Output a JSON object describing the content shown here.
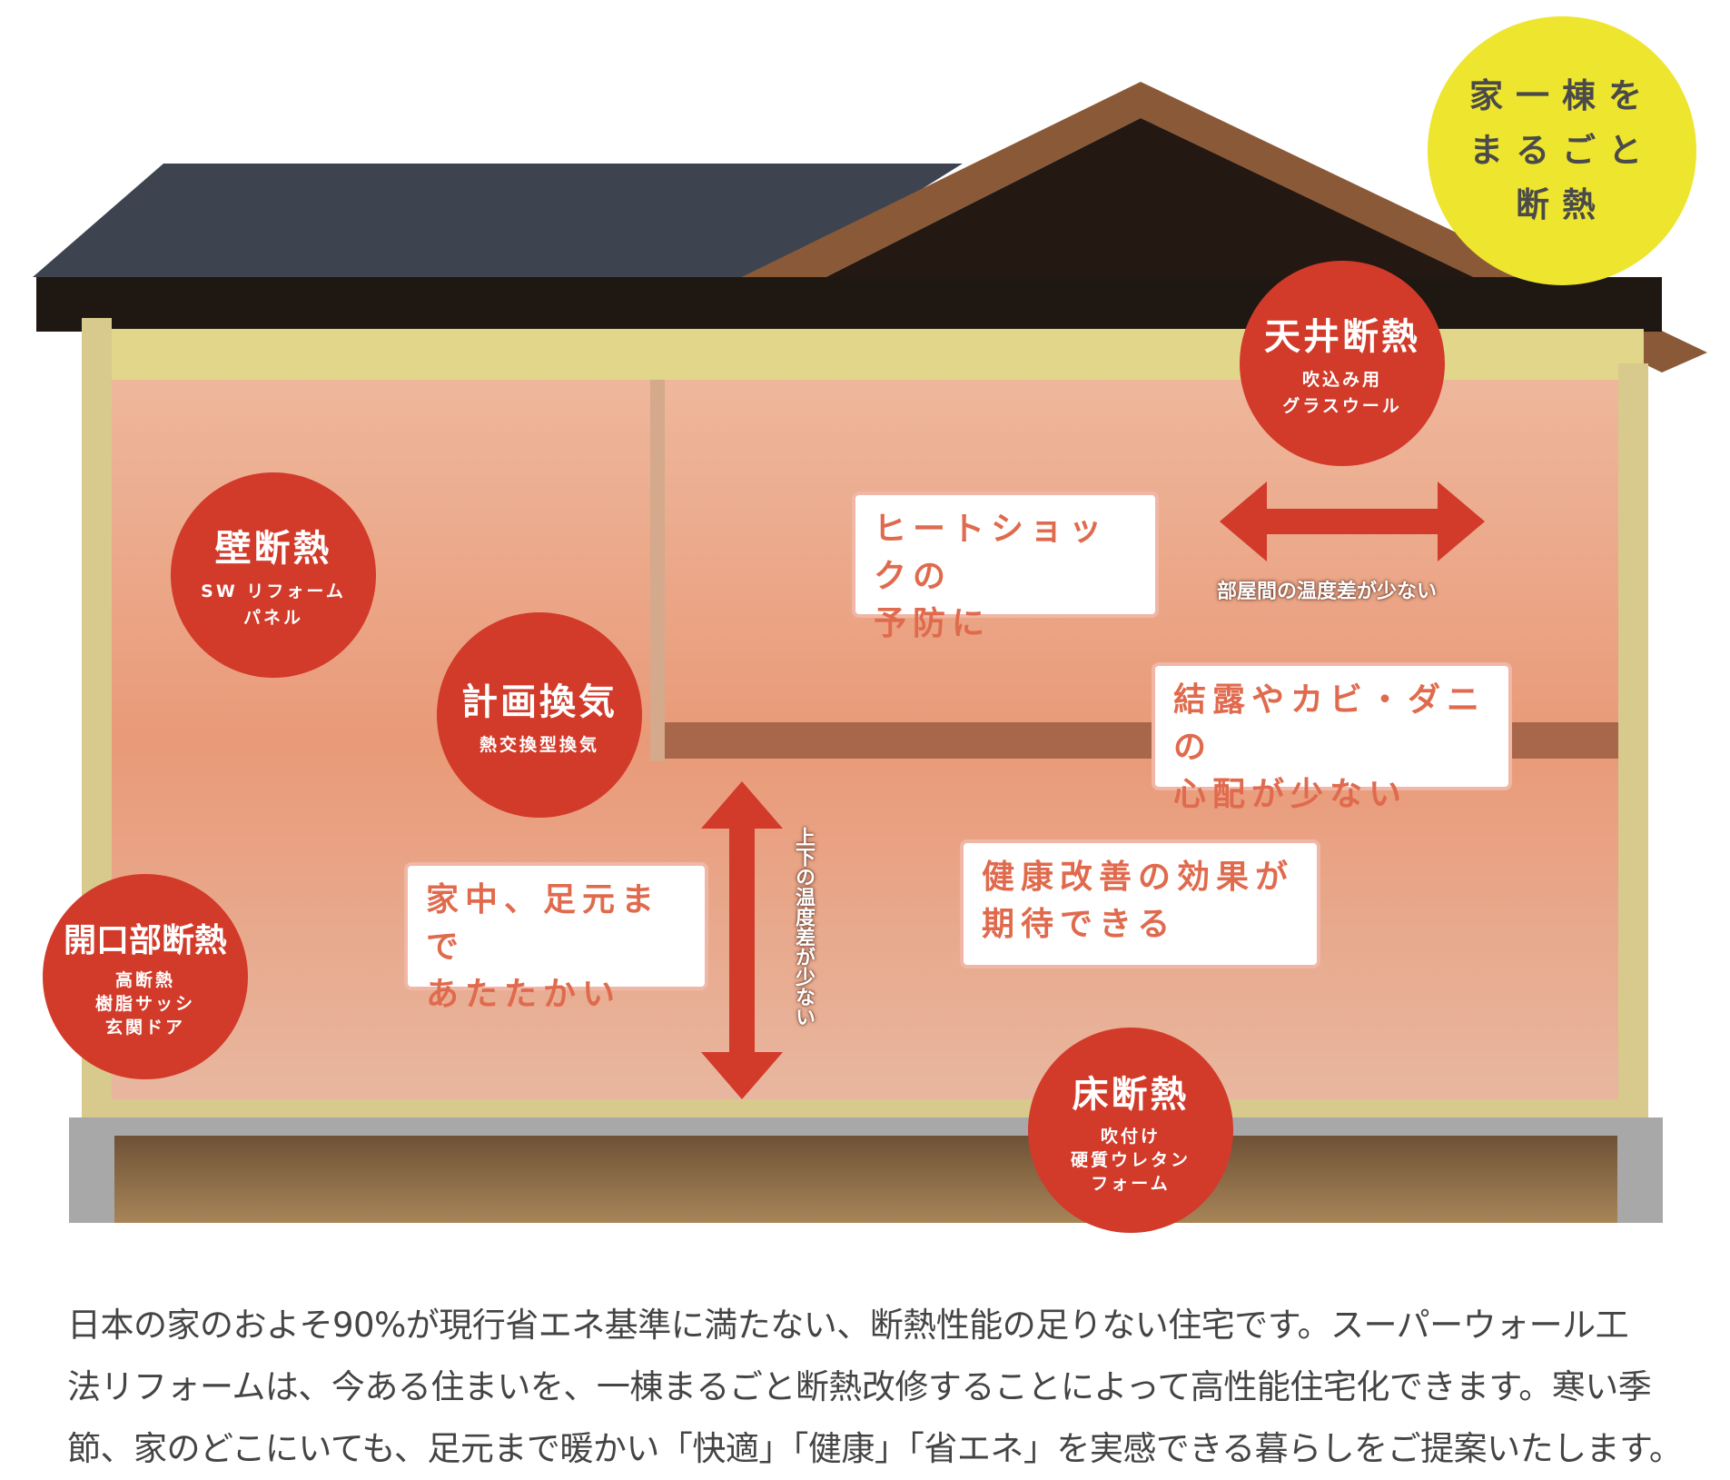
{
  "bubble": {
    "text": "家一棟を\nまるごと\n断熱"
  },
  "circles": [
    {
      "title": "天井断熱",
      "sub": "吹込み用\nグラスウール"
    },
    {
      "title": "壁断熱",
      "sub": "SW リフォーム\nパネル"
    },
    {
      "title": "計画換気",
      "sub": "熱交換型換気"
    },
    {
      "title": "開口部断熱",
      "sub": "高断熱\n樹脂サッシ\n玄関ドア"
    },
    {
      "title": "床断熱",
      "sub": "吹付け\n硬質ウレタン\nフォーム"
    }
  ],
  "boxes": [
    {
      "text": "ヒートショックの\n予防に"
    },
    {
      "text": "結露やカビ・ダニの\n心配が少ない"
    },
    {
      "text": "家中、足元まで\nあたたかい"
    },
    {
      "text": "健康改善の効果が\n期待できる"
    }
  ],
  "arrows": {
    "horizontal": "部屋間の温度差が少ない",
    "vertical": "上下の温度差が少ない"
  },
  "paragraph": {
    "lines": [
      "日本の家のおよそ90%が現行省エネ基準に満たない、断熱性能の足りない住宅です。スーパーウォール工",
      "法リフォームは、今ある住まいを、一棟まるごと断熱改修することによって高性能住宅化できます。寒い季",
      "節、家のどこにいても、足元まで暖かい「快適」「健康」「省エネ」を実感できる暮らしをご提案いたします。"
    ]
  },
  "colors": {
    "red": "#d23a2a",
    "yellow": "#ede52e",
    "roof": "#3d4450",
    "wood": "#b87d52",
    "insulation": "#e2d68a"
  }
}
